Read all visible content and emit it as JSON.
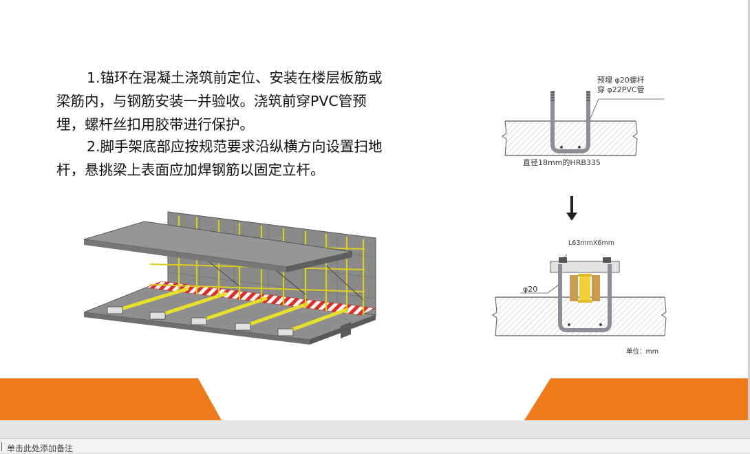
{
  "slide": {
    "paragraph1_lines": [
      "1.锚环在混凝土浇筑前定位、安装在楼层板筋或",
      "梁筋内，与钢筋安装一并验收。浇筑前穿PVC管预",
      "埋，螺杆丝扣用胶带进行保护。"
    ],
    "paragraph2_lines": [
      "2.脚手架底部应按规范要求沿纵横方向设置扫地",
      "杆，悬挑梁上表面应加焊钢筋以固定立杆。"
    ],
    "diagram_top": {
      "callout_line1": "预埋 φ20螺杆",
      "callout_line2": "穿 φ22PVC管",
      "caption": "直径18mm的HRB335"
    },
    "diagram_bottom": {
      "angle_label": "L63mmX6mm",
      "rod_label": "φ20",
      "unit_label": "单位：mm"
    },
    "colors": {
      "accent_orange": "#ee7a1c",
      "scaffold_yellow": "#e8e02a",
      "hatch_red": "#d8302b"
    }
  },
  "notes": {
    "placeholder": "单击此处添加备注"
  }
}
